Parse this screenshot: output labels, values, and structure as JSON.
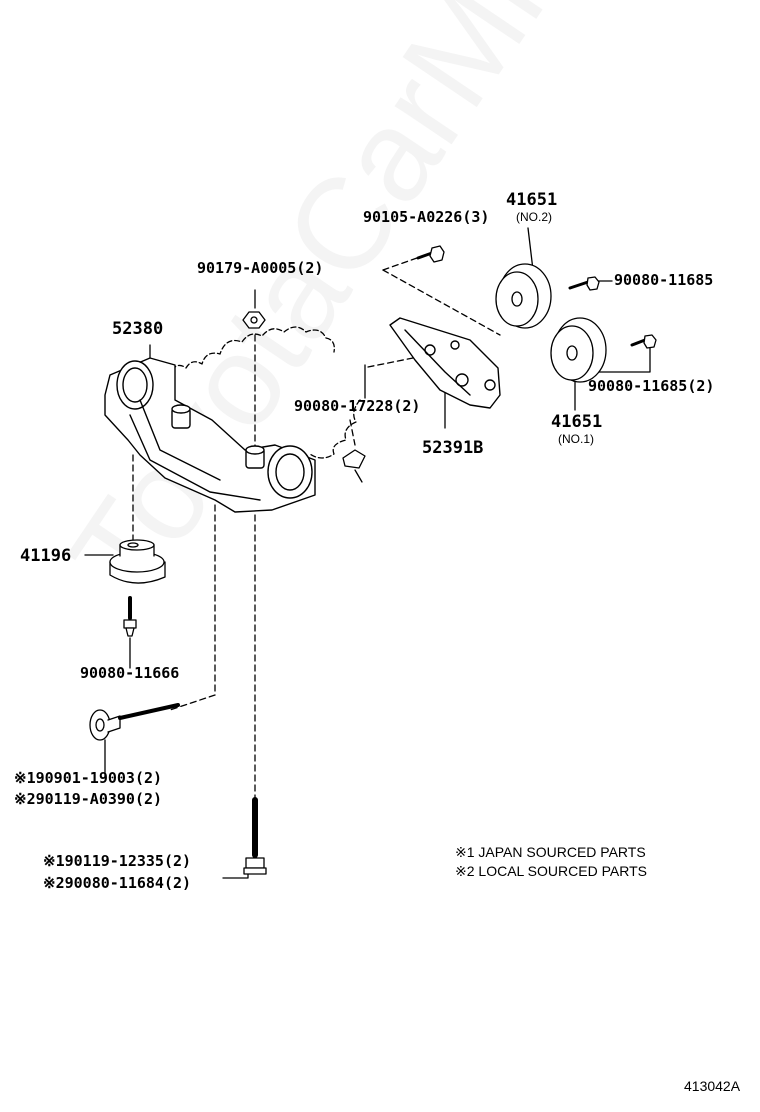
{
  "watermark": "ToyotaCarMile.ru",
  "diagram_code": "413042A",
  "labels": {
    "p90105": "90105-A0226(3)",
    "p41651_no2": "41651",
    "no2": "(NO.2)",
    "p90080_11685a": "90080-11685",
    "p90179": "90179-A0005(2)",
    "p52380": "52380",
    "p90080_17228": "90080-17228(2)",
    "p52391b": "52391B",
    "p90080_11685b": "90080-11685(2)",
    "p41651_no1": "41651",
    "no1": "(NO.1)",
    "p41196": "41196",
    "p90080_11666": "90080-11666",
    "p90901_line1": "※190901-19003(2)",
    "p90119_line2": "※290119-A0390(2)",
    "p90119_12335_line1": "※190119-12335(2)",
    "p90080_11684_line2": "※290080-11684(2)"
  },
  "notes": {
    "japan": "※1 JAPAN SOURCED PARTS",
    "local": "※2 LOCAL SOURCED PARTS"
  },
  "colors": {
    "ink": "#000000",
    "watermark": "#000000"
  }
}
